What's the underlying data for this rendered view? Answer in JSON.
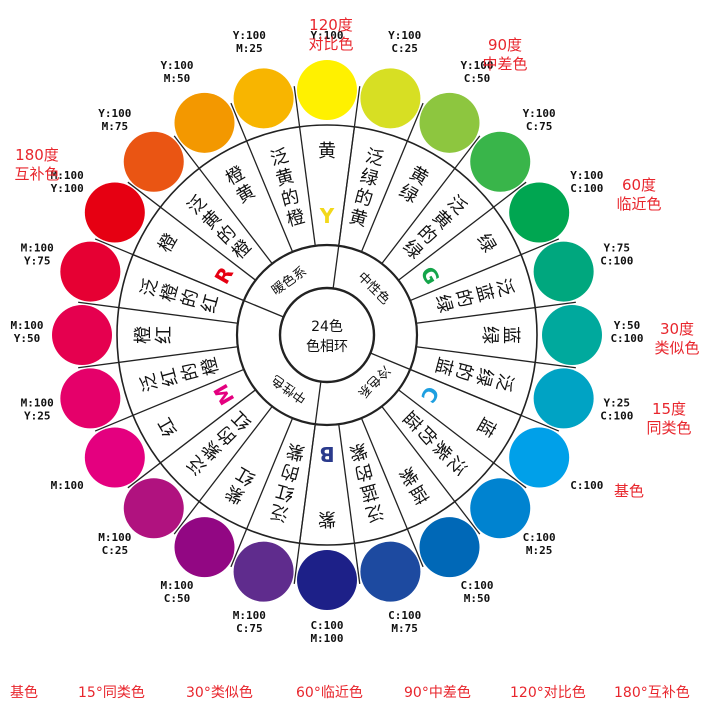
{
  "center_label_lines": [
    "24色",
    "色相环"
  ],
  "middle_ring_labels": [
    "暖色系",
    "中性色",
    "冷色系",
    "中性色"
  ],
  "hue_letters": [
    {
      "text": "Y",
      "color": "#f2d81a"
    },
    {
      "text": "G",
      "color": "#14a54a"
    },
    {
      "text": "C",
      "color": "#1e9fe0"
    },
    {
      "text": "B",
      "color": "#2a3a8c"
    },
    {
      "text": "M",
      "color": "#e4007f"
    },
    {
      "text": "R",
      "color": "#e60012"
    }
  ],
  "sectors": [
    {
      "name": "黄",
      "color": "#fff100",
      "code": [
        "Y:100"
      ]
    },
    {
      "name": "泛绿的黄",
      "color": "#d7df23",
      "code": [
        "Y:100",
        "C:25"
      ]
    },
    {
      "name": "黄绿",
      "color": "#8dc63f",
      "code": [
        "Y:100",
        "C:50"
      ]
    },
    {
      "name": "泛黄的绿",
      "color": "#39b54a",
      "code": [
        "Y:100",
        "C:75"
      ]
    },
    {
      "name": "绿",
      "color": "#00a651",
      "code": [
        "Y:100",
        "C:100"
      ]
    },
    {
      "name": "泛蓝的绿",
      "color": "#00a77e",
      "code": [
        "Y:75",
        "C:100"
      ]
    },
    {
      "name": "蓝绿",
      "color": "#00a99d",
      "code": [
        "Y:50",
        "C:100"
      ]
    },
    {
      "name": "泛绿的蓝",
      "color": "#00a3c4",
      "code": [
        "Y:25",
        "C:100"
      ]
    },
    {
      "name": "蓝",
      "color": "#00a0e9",
      "code": [
        "C:100"
      ]
    },
    {
      "name": "泛紫的蓝",
      "color": "#0083d0",
      "code": [
        "C:100",
        "M:25"
      ]
    },
    {
      "name": "蓝紫",
      "color": "#0068b7",
      "code": [
        "C:100",
        "M:50"
      ]
    },
    {
      "name": "泛蓝的紫",
      "color": "#1d4aa0",
      "code": [
        "C:100",
        "M:75"
      ]
    },
    {
      "name": "紫",
      "color": "#1d2088",
      "code": [
        "C:100",
        "M:100"
      ]
    },
    {
      "name": "泛红的紫",
      "color": "#5f2c8d",
      "code": [
        "M:100",
        "C:75"
      ]
    },
    {
      "name": "紫红",
      "color": "#920783",
      "code": [
        "M:100",
        "C:50"
      ]
    },
    {
      "name": "泛紫的红",
      "color": "#b0127f",
      "code": [
        "M:100",
        "C:25"
      ]
    },
    {
      "name": "红",
      "color": "#e4007f",
      "code": [
        "M:100"
      ]
    },
    {
      "name": "泛红的橙",
      "color": "#e5006a",
      "code": [
        "M:100",
        "Y:25"
      ]
    },
    {
      "name": "橙红",
      "color": "#e5004f",
      "code": [
        "M:100",
        "Y:50"
      ]
    },
    {
      "name": "泛橙的红",
      "color": "#e60033",
      "code": [
        "M:100",
        "Y:75"
      ]
    },
    {
      "name": "橙",
      "color": "#e60012",
      "code": [
        "M:100",
        "Y:100"
      ]
    },
    {
      "name": "泛黄的橙",
      "color": "#ea5513",
      "code": [
        "Y:100",
        "M:75"
      ]
    },
    {
      "name": "橙黄",
      "color": "#f39800",
      "code": [
        "Y:100",
        "M:50"
      ]
    },
    {
      "name": "泛黄的橙",
      "color": "#f8b500",
      "code": [
        "Y:100",
        "M:25"
      ]
    }
  ],
  "annotations": [
    {
      "lines": [
        "120度",
        "对比色"
      ]
    },
    {
      "lines": [
        "90度",
        "中差色"
      ]
    },
    {
      "lines": [
        "60度",
        "临近色"
      ]
    },
    {
      "lines": [
        "30度",
        "类似色"
      ]
    },
    {
      "lines": [
        "15度",
        "同类色"
      ]
    },
    {
      "lines": [
        "基色"
      ]
    },
    {
      "lines": [
        "180度",
        "互补色"
      ]
    }
  ],
  "footer": [
    "基色",
    "15°同类色",
    "30°类似色",
    "60°临近色",
    "90°中差色",
    "120°对比色",
    "180°互补色"
  ]
}
